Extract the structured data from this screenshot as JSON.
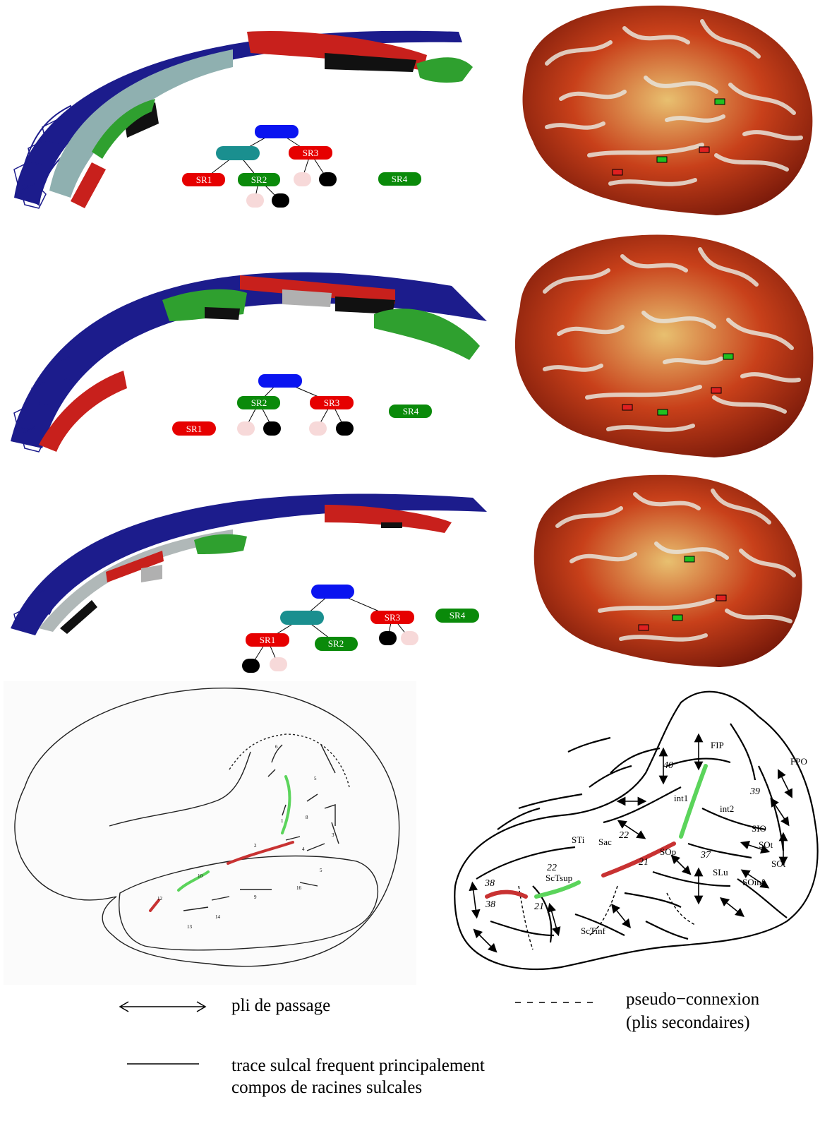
{
  "colors": {
    "root": "#0a14f0",
    "teal": "#1a8f8f",
    "red": "#e60000",
    "green": "#0a8a0a",
    "pink": "#f7d9d9",
    "black": "#000000",
    "sulcus_blue": "#1c1c8c",
    "sulcus_red": "#c8201c",
    "sulcus_green": "#2fa02f",
    "sulcus_grey": "#8fb0b0"
  },
  "rows": [
    {
      "tree": {
        "sr1": "SR1",
        "sr2": "SR2",
        "sr3": "SR3",
        "sr4": "SR4"
      },
      "brain_markers": [
        "green",
        "green",
        "red",
        "red"
      ]
    },
    {
      "tree": {
        "sr1": "SR1",
        "sr2": "SR2",
        "sr3": "SR3",
        "sr4": "SR4"
      },
      "brain_markers": [
        "green",
        "red",
        "red",
        "green"
      ]
    },
    {
      "tree": {
        "sr1": "SR1",
        "sr2": "SR2",
        "sr3": "SR3",
        "sr4": "SR4"
      },
      "brain_markers": [
        "green",
        "red",
        "red",
        "green"
      ]
    }
  ],
  "right_map": {
    "labels": [
      "FIP",
      "FPO",
      "40",
      "int1",
      "int2",
      "39",
      "SIO",
      "SOt",
      "SOt",
      "SOinf",
      "SLu",
      "37",
      "SOp",
      "21",
      "22",
      "Sac",
      "STi",
      "22",
      "ScTsup",
      "38",
      "38",
      "21",
      "ScTinf"
    ]
  },
  "left_map": {
    "labels": [
      "6",
      "5",
      "1",
      "8",
      "3",
      "2",
      "4",
      "5",
      "10",
      "16",
      "12",
      "9",
      "14",
      "13"
    ]
  },
  "legend": {
    "pli": "pli de passage",
    "pseudo_line1": "pseudo−connexion",
    "pseudo_line2": "(plis secondaires)",
    "trace_line1": "trace sulcal frequent principalement",
    "trace_line2": "compos de racines sulcales"
  }
}
